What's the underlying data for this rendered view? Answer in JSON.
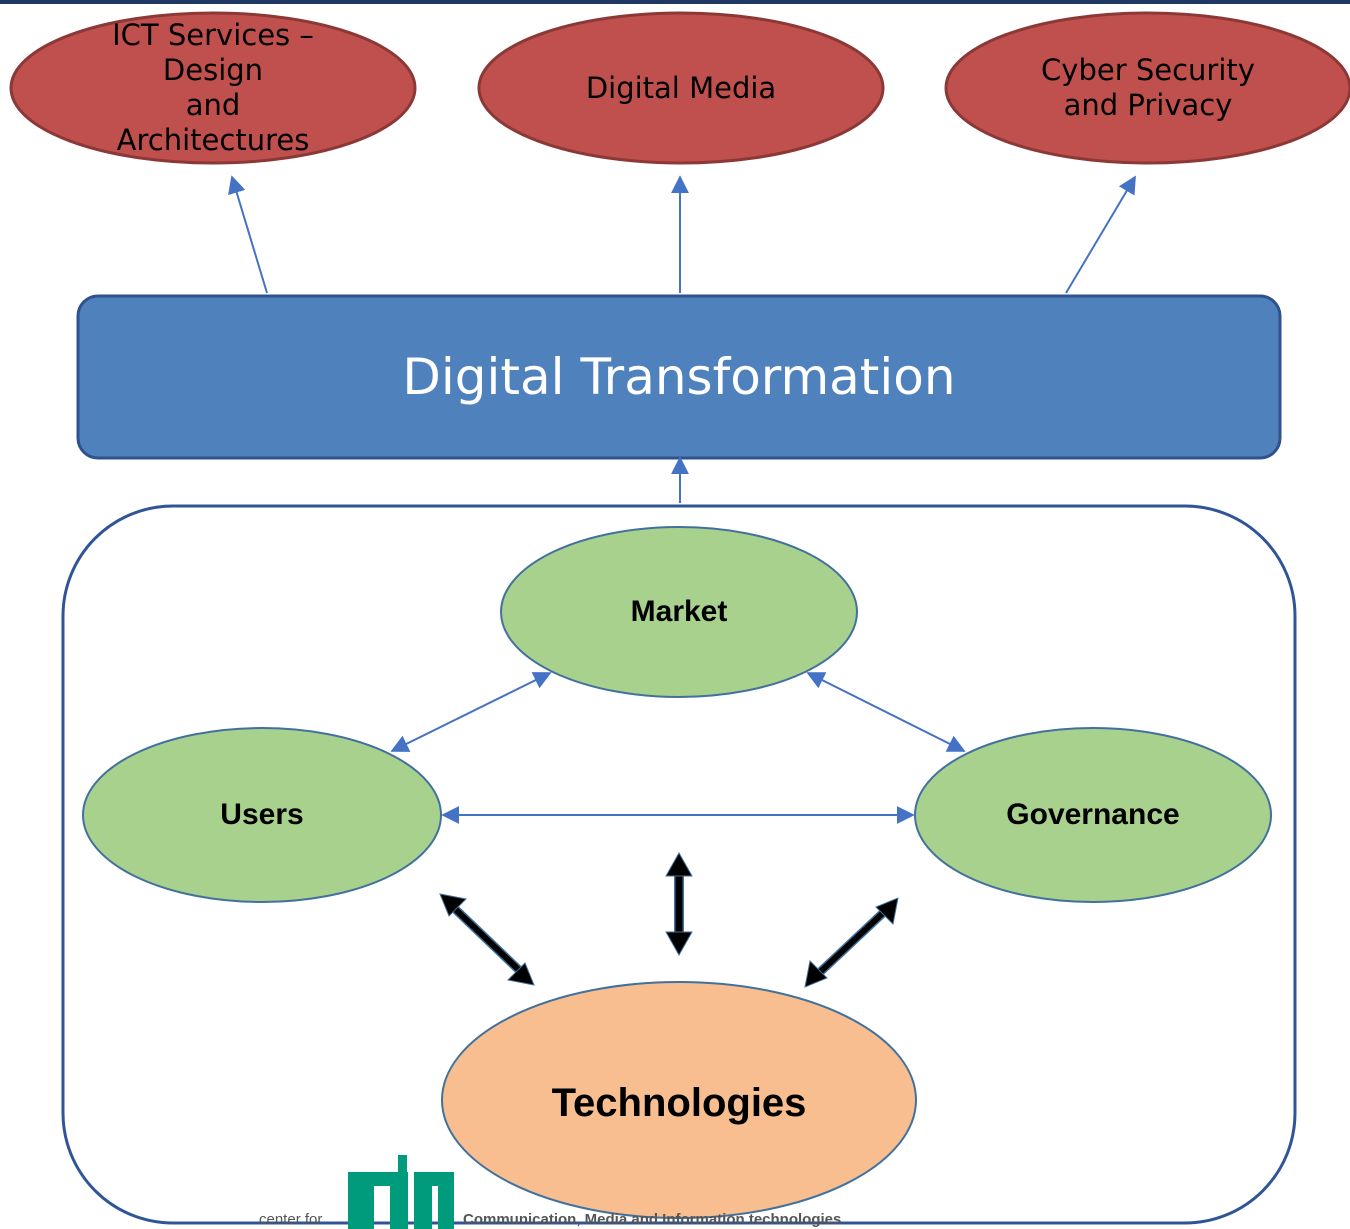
{
  "outputs": [
    {
      "id": "ict",
      "label": "ICT Services –\nDesign\nand\nArchitectures"
    },
    {
      "id": "media",
      "label": "Digital Media"
    },
    {
      "id": "cyber",
      "label": "Cyber Security\nand Privacy"
    }
  ],
  "center": {
    "label": "Digital Transformation"
  },
  "drivers": {
    "market": "Market",
    "users": "Users",
    "governance": "Governance",
    "technologies": "Technologies"
  },
  "logo": {
    "prefix": "center for",
    "tagline": "Communication, Media and Information technologies"
  },
  "colors": {
    "output_fill": "#c0504d",
    "output_stroke": "#8c3836",
    "center_fill": "#4f81bd",
    "center_stroke": "#2f528f",
    "driver_fill": "#a9d18e",
    "driver_stroke": "#41719c",
    "tech_fill": "#f8be8f",
    "frame_stroke": "#2f5597",
    "arrow_thin": "#4472c4",
    "arrow_thick": "#000000",
    "logo_color": "#009a7c"
  }
}
